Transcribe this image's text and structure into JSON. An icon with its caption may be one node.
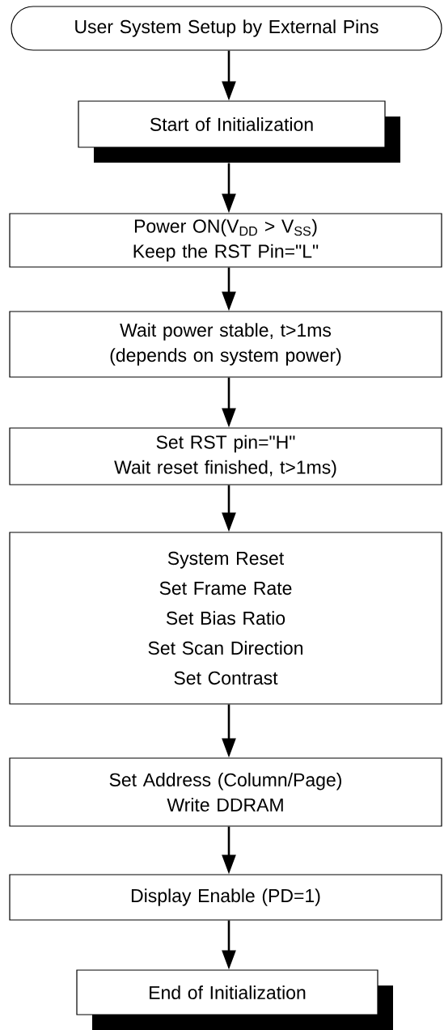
{
  "diagram": {
    "nodes": [
      {
        "text": [
          "User System Setup by External Pins"
        ]
      },
      {
        "text": [
          "Start of Initialization"
        ]
      },
      {
        "text": [
          "Power ON(V$_{DD}$ > V$_{SS}$)",
          "Keep the RST Pin=\"L\""
        ]
      },
      {
        "text": [
          "Wait power stable, t>1ms",
          "(depends on system power)"
        ]
      },
      {
        "text": [
          "Set RST pin=\"H\"",
          "Wait reset finished, t>1ms)"
        ]
      },
      {
        "text": [
          "System Reset",
          "Set Frame Rate",
          "Set Bias Ratio",
          "Set Scan Direction",
          "Set Contrast"
        ]
      },
      {
        "text": [
          "Set Address (Column/Page)",
          "Write DDRAM"
        ]
      },
      {
        "text": [
          "Display Enable (PD=1)"
        ]
      },
      {
        "text": [
          "End of Initialization"
        ]
      }
    ],
    "edges": [
      {
        "from": 0,
        "to": 1,
        "arrow": "to"
      },
      {
        "from": 1,
        "to": 2,
        "arrow": "to"
      },
      {
        "from": 2,
        "to": 3,
        "arrow": "to"
      },
      {
        "from": 3,
        "to": 4,
        "arrow": "to"
      },
      {
        "from": 4,
        "to": 5,
        "arrow": "to"
      },
      {
        "from": 5,
        "to": 6,
        "arrow": "to"
      },
      {
        "from": 6,
        "to": 7,
        "arrow": "to"
      },
      {
        "from": 7,
        "to": 8,
        "arrow": "to"
      }
    ]
  }
}
